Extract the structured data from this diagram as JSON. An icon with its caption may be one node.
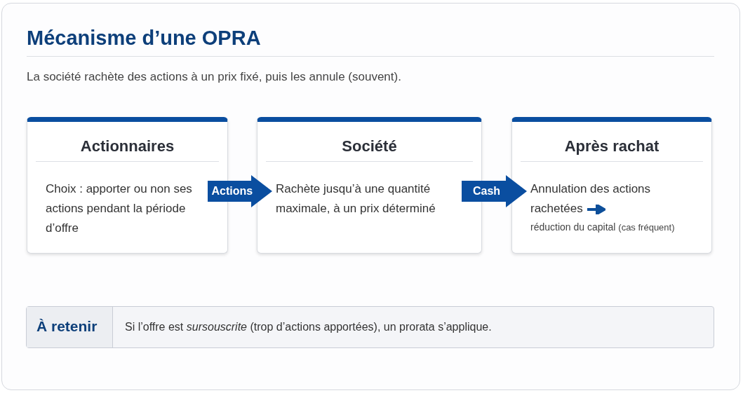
{
  "diagram": {
    "title": "Mécanisme d’une OPRA",
    "nodes": [
      {
        "text": [
          "Actionnaires",
          "Choix : apporter ou non ses actions pendant la période d’offre"
        ]
      },
      {
        "text": [
          "Société",
          "Rachète jusqu’à une quantité maximale, à un prix déterminé"
        ]
      },
      {
        "text": [
          "Après rachat",
          "Annulation des actions rachetées",
          "réduction du capital",
          "(cas fréquent)"
        ]
      },
      {
        "text": [
          "À retenir",
          "Si l’offre est *sursouscrite* (trop d’actions apportées), un prorata s’applique."
        ]
      }
    ],
    "edges": [
      {
        "from": 0,
        "to": 1,
        "arrow": "to",
        "label": "Actions"
      },
      {
        "from": 1,
        "to": 2,
        "arrow": "to",
        "label": "Cash"
      }
    ],
    "labels": [
      "La société rachète des actions à un prix fixé, puis les annule (souvent)."
    ]
  }
}
